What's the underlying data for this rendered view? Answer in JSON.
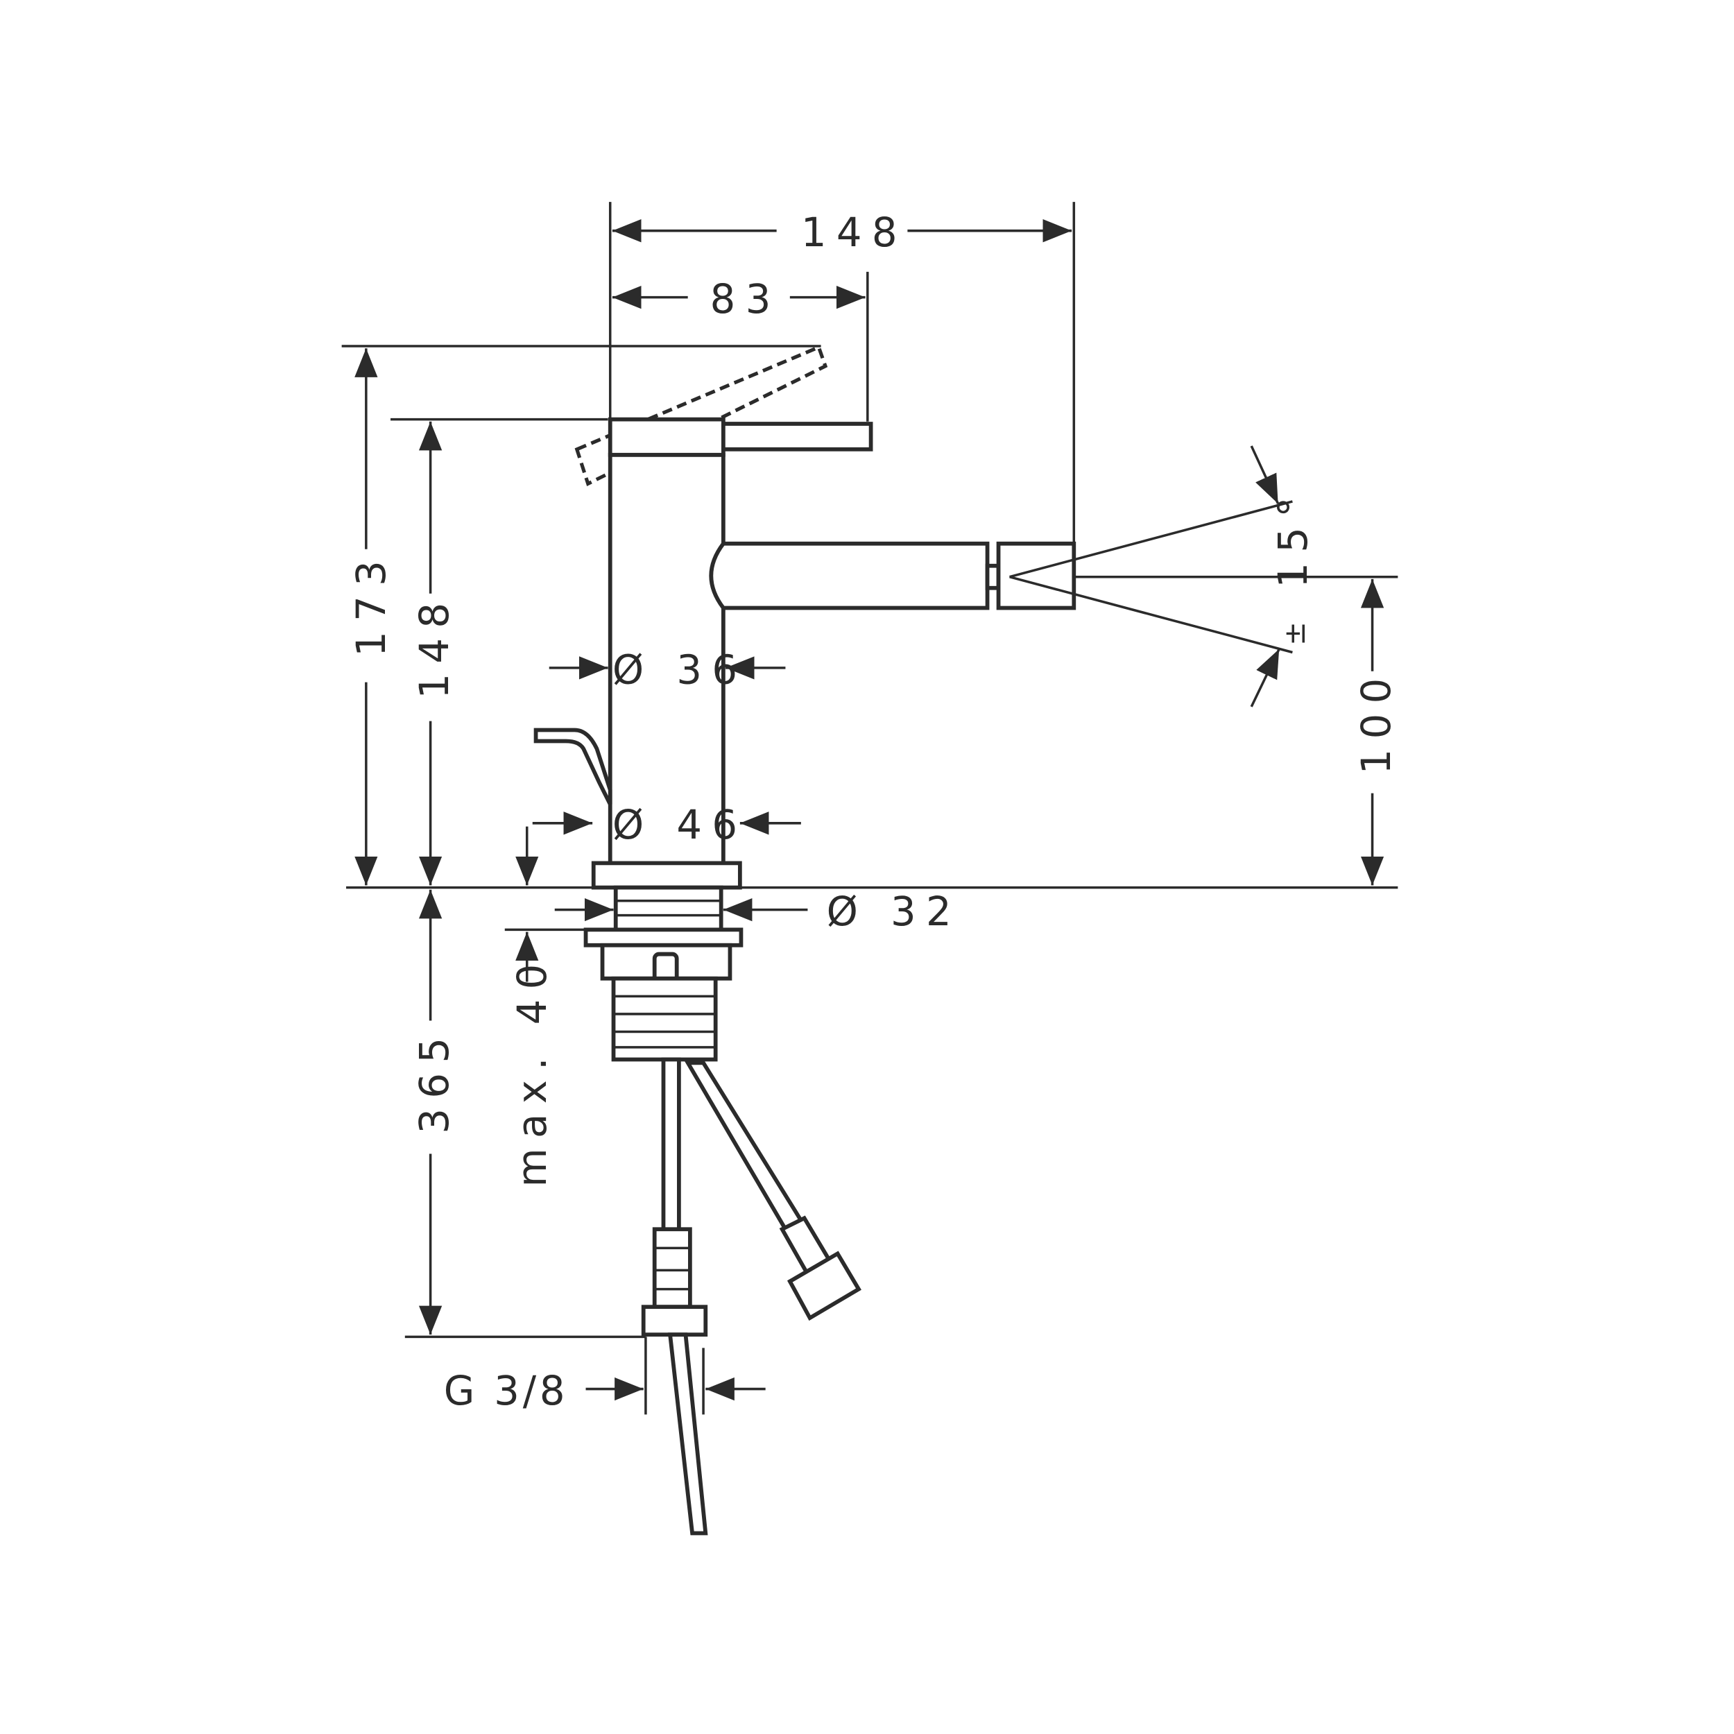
{
  "drawing": {
    "title": "Bidet mixer dimension drawing",
    "dimensions": {
      "overall_width": "148",
      "lever_reach": "83",
      "height_with_lever": "173",
      "body_height": "148",
      "body_diameter_top": "Ø 36",
      "body_diameter_base": "Ø 46",
      "thread_diameter": "Ø 32",
      "spout_height": "100",
      "spout_angle": "15°",
      "spout_angle_tolerance": "±",
      "hose_length": "365",
      "max_counter_thickness": "max. 40",
      "connection": "G 3/8"
    },
    "line_color": "#2b2b2b"
  }
}
